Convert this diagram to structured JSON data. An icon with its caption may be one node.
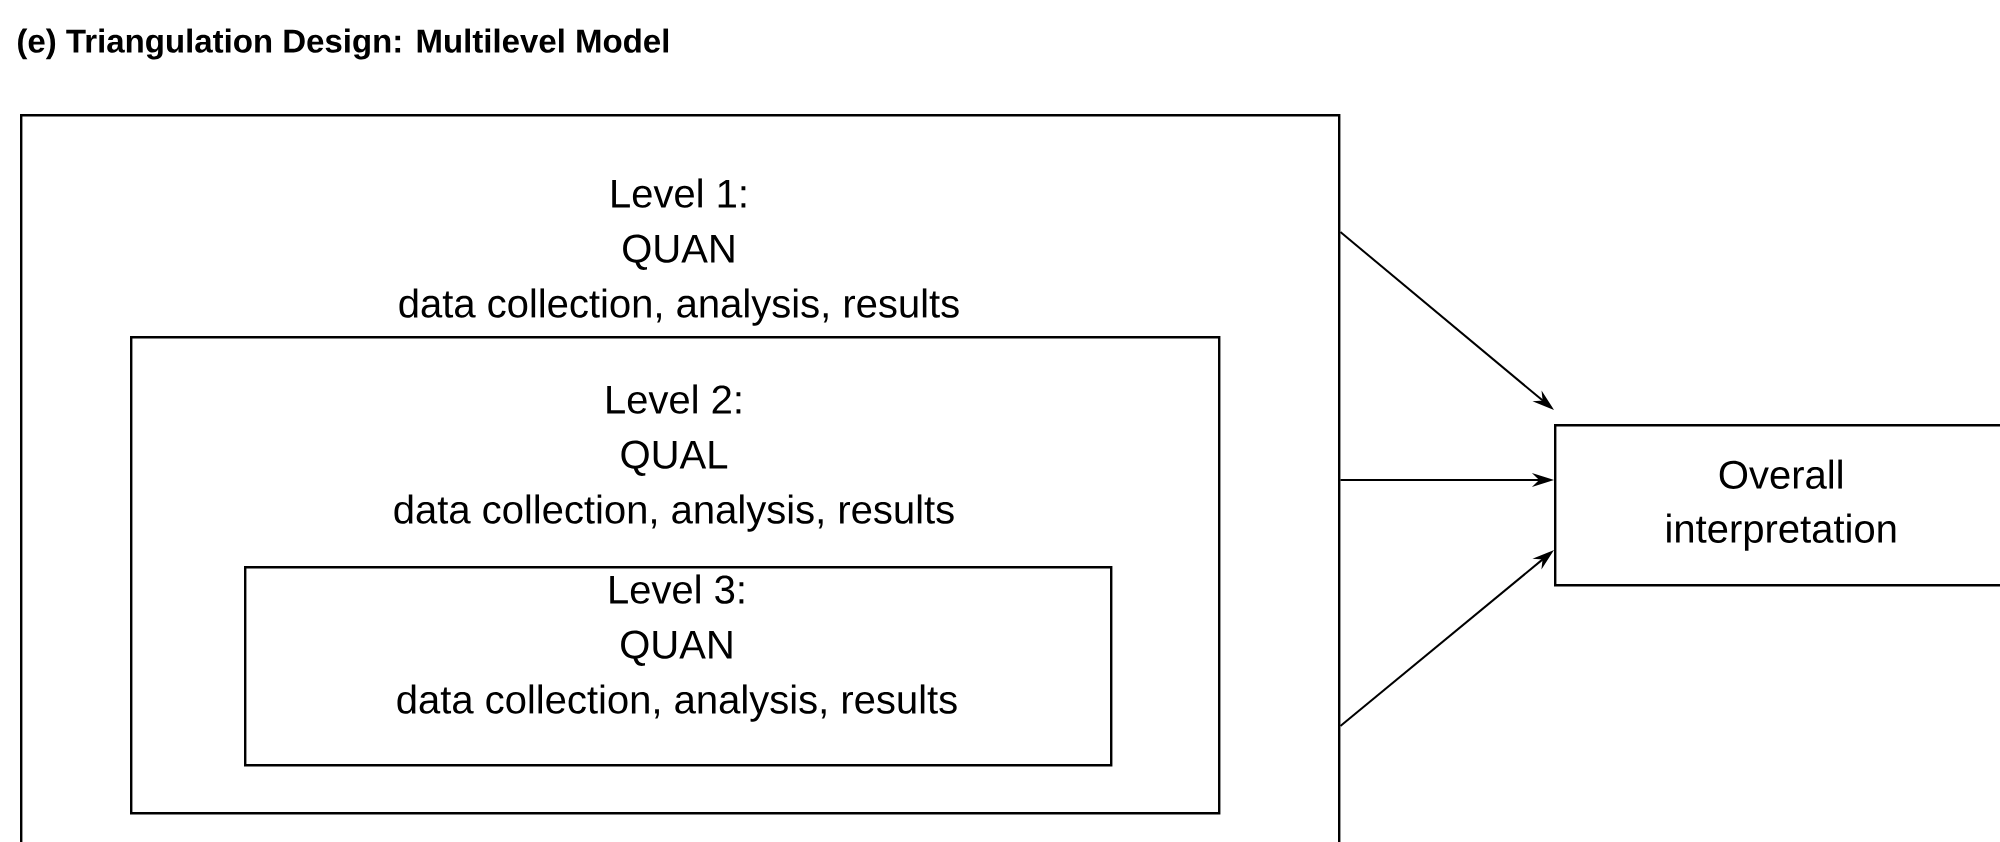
{
  "diagram": {
    "title": "(e) Triangulation Design: Multilevel Model",
    "nodes": [
      {
        "text": [
          "Level 1:",
          "QUAN",
          "data collection, analysis, results"
        ]
      },
      {
        "text": [
          "Level 2:",
          "QUAL",
          "data collection, analysis, results"
        ],
        "in": 0
      },
      {
        "text": [
          "Level 3:",
          "QUAN",
          "data collection, analysis, results"
        ],
        "in": 1
      },
      {
        "text": [
          "Overall interpretation"
        ]
      }
    ],
    "edges": [
      {
        "from": 0,
        "to": 3,
        "arrow": "to"
      },
      {
        "from": 0,
        "to": 3,
        "arrow": "to"
      },
      {
        "from": 0,
        "to": 3,
        "arrow": "to"
      }
    ]
  }
}
